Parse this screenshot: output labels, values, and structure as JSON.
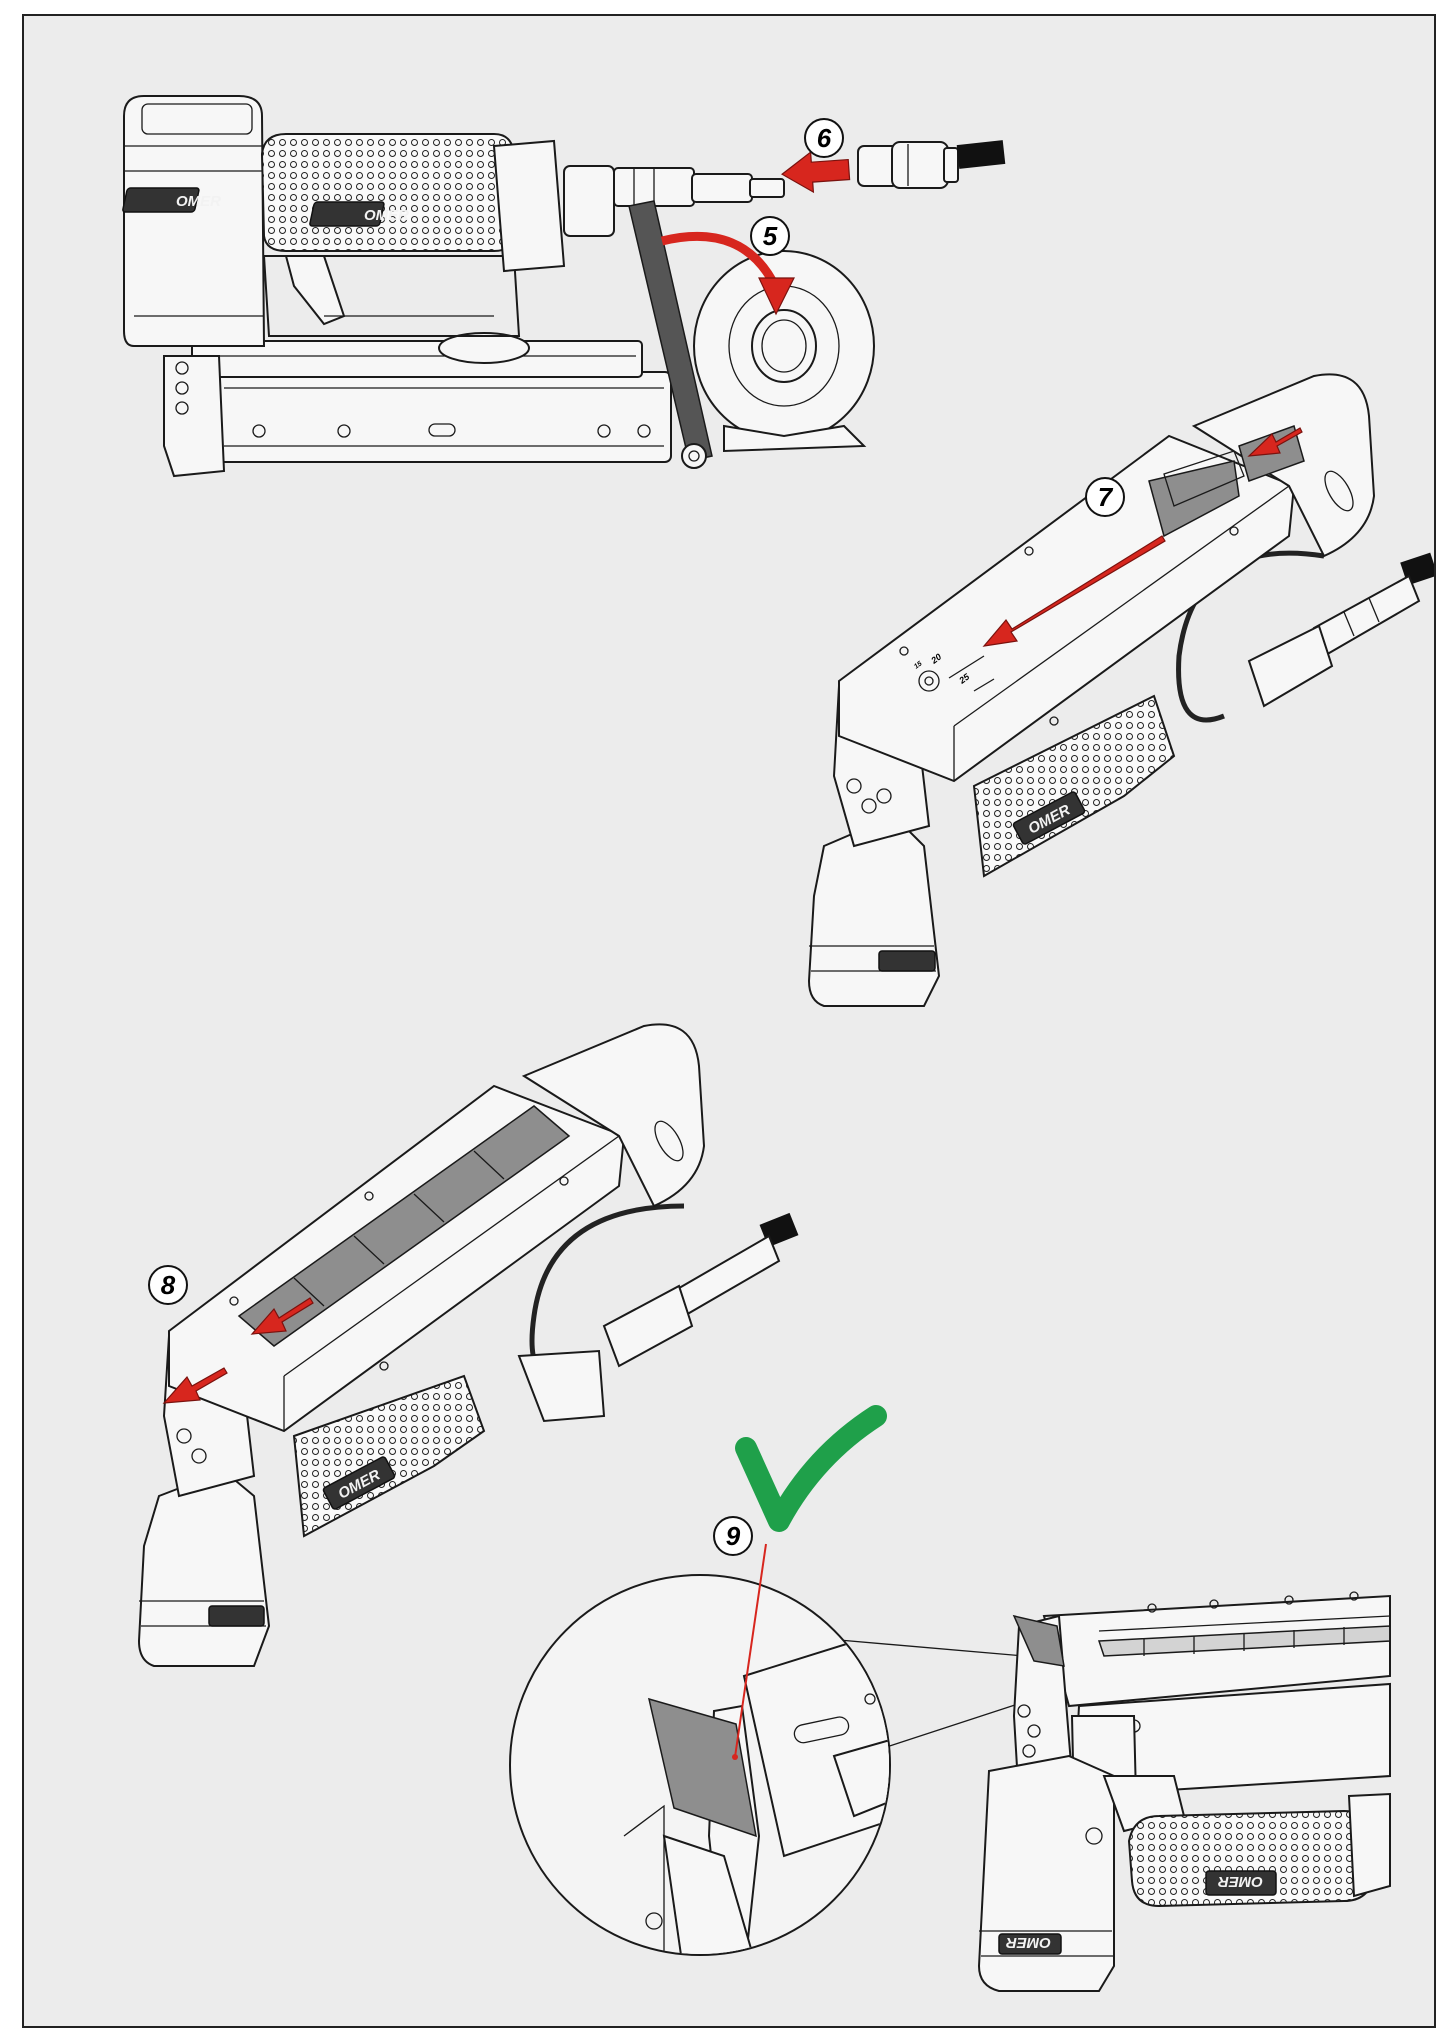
{
  "steps": [
    {
      "number": "5"
    },
    {
      "number": "6"
    },
    {
      "number": "7"
    },
    {
      "number": "8"
    },
    {
      "number": "9"
    }
  ],
  "brand_mark": "OMER",
  "depth_scale_marks": [
    "20",
    "25",
    "15"
  ],
  "colors": {
    "background": "#ececec",
    "frame": "#222222",
    "arrow": "#d7261e",
    "checkmark": "#1fa04a",
    "staple_strip": "#8e8e8e",
    "hose": "#111111"
  },
  "icons": [
    "curved-arrow-icon",
    "straight-arrow-icon",
    "checkmark-icon",
    "magnifier-circle-icon"
  ]
}
